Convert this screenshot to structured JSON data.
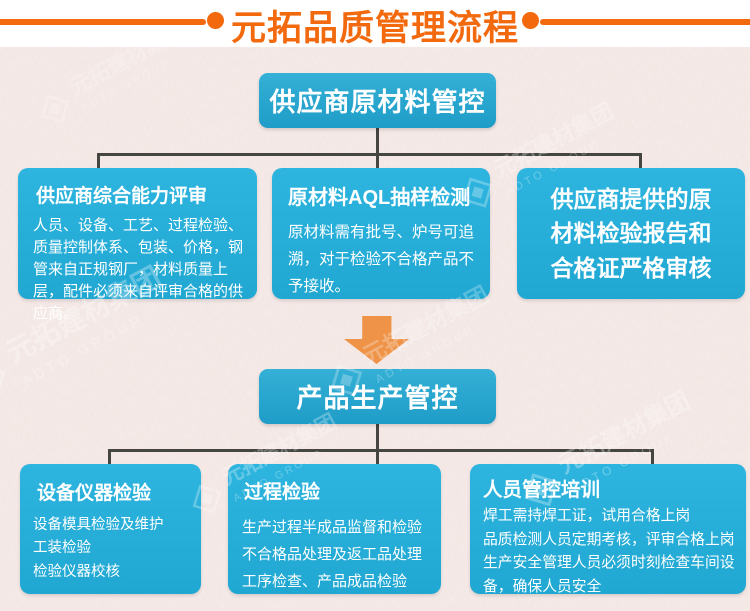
{
  "header": {
    "title": "元拓品质管理流程"
  },
  "colors": {
    "accent_orange": "#F2690E",
    "arrow_orange": "#EE9347",
    "box_cyan_top": "#2EB5DF",
    "box_cyan_bottom": "#20A7D2",
    "connector_gray": "#454542",
    "background_pink": "#F2E5E2",
    "text_white": "#FFFFFF"
  },
  "stage1": {
    "title": "供应商原材料管控",
    "children": [
      {
        "title": "供应商综合能力评审",
        "body": "人员、设备、工艺、过程检验、质量控制体系、包装、价格，钢管来自正规钢厂，材料质量上层，配件必须来自评审合格的供应商。"
      },
      {
        "title": "原材料AQL抽样检测",
        "body": "原材料需有批号、炉号可追溯，对于检验不合格产品不予接收。"
      },
      {
        "title": "供应商提供的原材料检验报告和合格证严格审核"
      }
    ]
  },
  "stage2": {
    "title": "产品生产管控",
    "children": [
      {
        "title": "设备仪器检验",
        "lines": [
          "设备模具检验及维护",
          "工装检验",
          "检验仪器校核"
        ]
      },
      {
        "title": "过程检验",
        "lines": [
          "生产过程半成品监督和检验",
          "不合格品处理及返工品处理",
          "工序检查、产品成品检验"
        ]
      },
      {
        "title": "人员管控培训",
        "lines": [
          "焊工需持焊工证，试用合格上岗",
          "品质检测人员定期考核，评审合格上岗",
          "生产安全管理人员必须时刻检查车间设备，确保人员安全"
        ]
      }
    ]
  },
  "watermark": {
    "line1": "元拓建材集团",
    "line2": "ADTO GROUP"
  }
}
